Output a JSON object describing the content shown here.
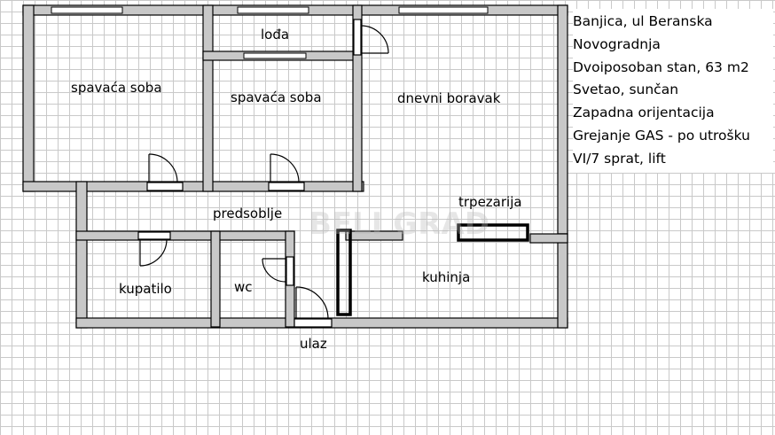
{
  "listing": {
    "lines": [
      "Banjica, ul Beranska",
      "Novogradnja",
      "Dvoiposoban stan, 63 m2",
      "Svetao, sunčan",
      "Zapadna orijentacija",
      "Grejanje GAS - po utrošku",
      "VI/7 sprat, lift"
    ]
  },
  "rooms": {
    "bedroom_1": "spavaća soba",
    "loggia": "lođa",
    "bedroom_2": "spavaća soba",
    "living_room": "dnevni boravak",
    "dining": "trpezarija",
    "hallway": "predsoblje",
    "bathroom": "kupatilo",
    "wc": "wc",
    "kitchen": "kuhinja",
    "entrance": "ulaz"
  },
  "watermark": "BELI GRAD",
  "colors": {
    "wall_fill": "#c8c8c8",
    "wall_stroke": "#000000",
    "grid": "#c9c9c9"
  }
}
